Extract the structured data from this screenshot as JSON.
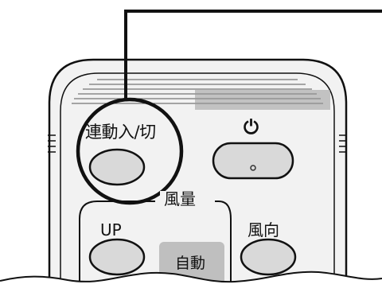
{
  "labels": {
    "link_toggle": "連動入/切",
    "power_symbol": "⏻",
    "fan_speed": "風量",
    "fan_up": "UP",
    "wind_direction": "風向",
    "auto": "自動"
  },
  "colors": {
    "body": "#f2f2f2",
    "button": "#d9d9d9",
    "outline": "#111111",
    "auto_panel": "#bfbfbf"
  },
  "icons": [
    "power-icon",
    "led-indicator-icon"
  ]
}
